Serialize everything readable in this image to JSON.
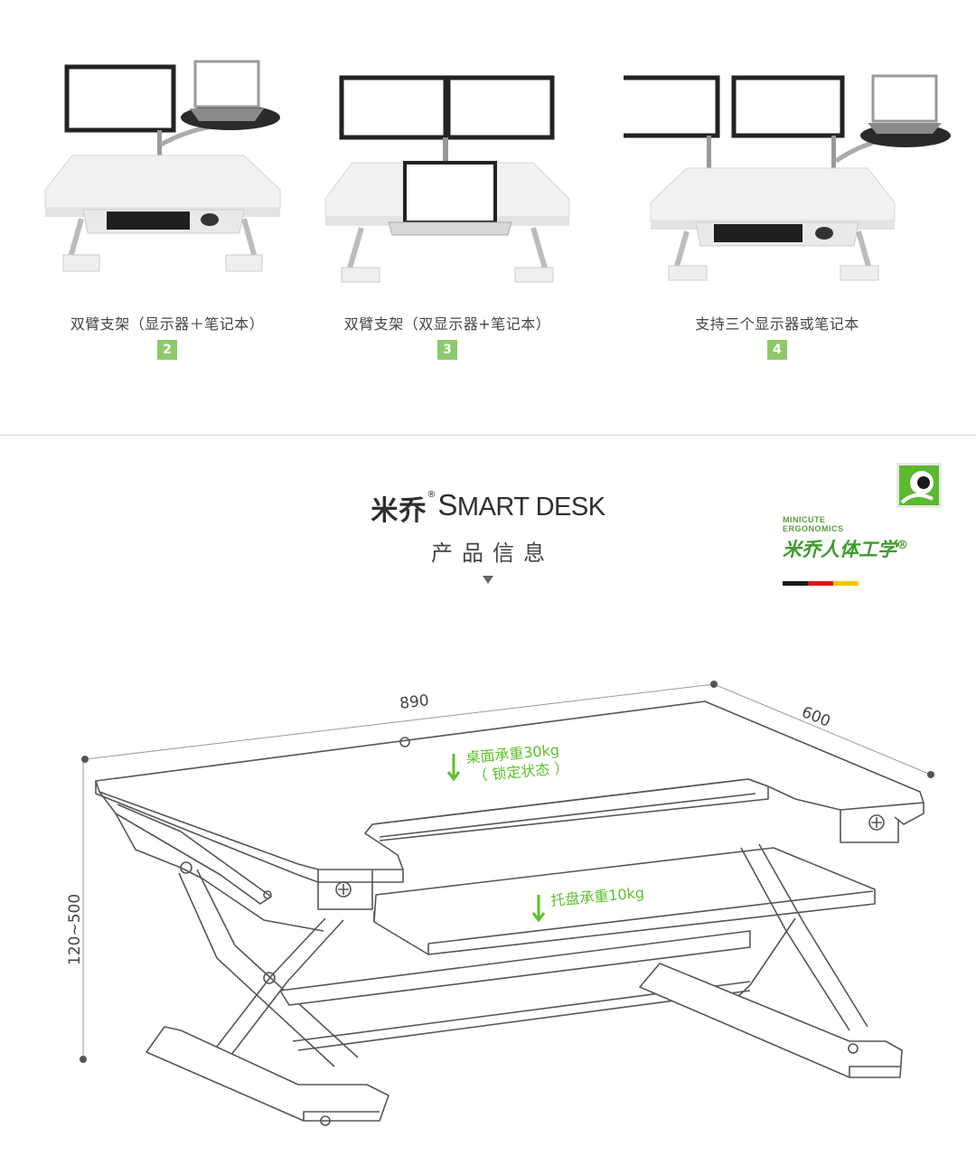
{
  "configurations": [
    {
      "caption": "双臂支架（显示器＋笔记本）",
      "badge": "2"
    },
    {
      "caption": "双臂支架（双显示器+笔记本）",
      "badge": "3"
    },
    {
      "caption": "支持三个显示器或笔记本",
      "badge": "4"
    }
  ],
  "heading": {
    "brand_cn": "米乔",
    "registered": "®",
    "brand_en_s": "S",
    "brand_en_rest": "MART",
    "brand_en_desk": "DESK",
    "subtitle": "产品信息"
  },
  "logo": {
    "en_line1": "MINICUTE",
    "en_line2": "ERGONOMICS",
    "cn": "米乔人体工学",
    "registered": "®",
    "flag_colors": [
      "#1a1a1a",
      "#d8161c",
      "#f2c400"
    ],
    "brand_color": "#3e9a2e"
  },
  "dimensions": {
    "width": "890",
    "depth": "600",
    "height": "120~500"
  },
  "load_labels": {
    "desktop_line1": "桌面承重30kg",
    "desktop_line2": "（ 锁定状态 ）",
    "tray": "托盘承重10kg"
  },
  "colors": {
    "badge": "#8dc96b",
    "load_text": "#5fbf2a"
  }
}
